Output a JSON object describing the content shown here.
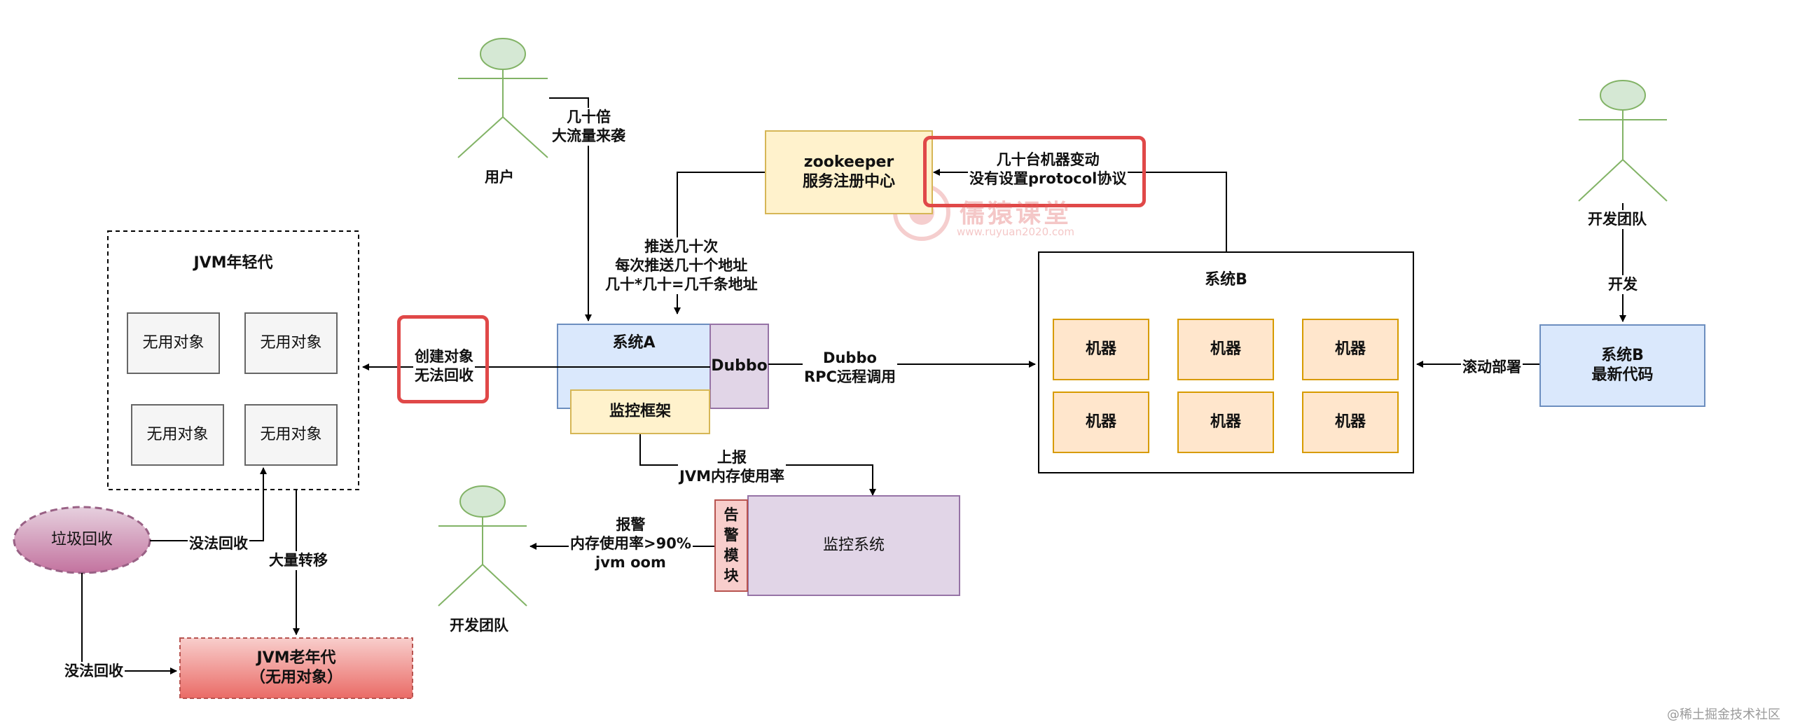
{
  "actors": {
    "user": "用户",
    "dev_team_right": "开发团队",
    "dev_team_bottom": "开发团队"
  },
  "jvm_young": {
    "title": "JVM年轻代",
    "objects": [
      "无用对象",
      "无用对象",
      "无用对象",
      "无用对象"
    ]
  },
  "jvm_old": {
    "line1": "JVM老年代",
    "line2": "（无用对象）"
  },
  "gc": {
    "label": "垃圾回收"
  },
  "create_obj": {
    "line1": "创建对象",
    "line2": "无法回收"
  },
  "system_a": {
    "title": "系统A",
    "dubbo": "Dubbo",
    "monitor_framework": "监控框架"
  },
  "zookeeper": {
    "line1": "zookeeper",
    "line2": "服务注册中心"
  },
  "machine_change": {
    "line1": "几十台机器变动",
    "line2": "没有设置protocol协议"
  },
  "system_b": {
    "title": "系统B",
    "machines": [
      "机器",
      "机器",
      "机器",
      "机器",
      "机器",
      "机器"
    ]
  },
  "system_b_new": {
    "line1": "系统B",
    "line2": "最新代码"
  },
  "monitor_system": {
    "title": "监控系统",
    "alert_module": [
      "告",
      "警",
      "模",
      "块"
    ]
  },
  "labels": {
    "traffic_1": "几十倍",
    "traffic_2": "大流量来袭",
    "push_1": "推送几十次",
    "push_2": "每次推送几十个地址",
    "push_3": "几十*几十=几千条地址",
    "rpc_1": "Dubbo",
    "rpc_2": "RPC远程调用",
    "develop": "开发",
    "rolling": "滚动部署",
    "report_1": "上报",
    "report_2": "JVM内存使用率",
    "alarm_1": "报警",
    "alarm_2": "内存使用率>90%",
    "alarm_3": "jvm oom",
    "cannot_gc_1": "没法回收",
    "cannot_gc_2": "没法回收",
    "mass_transfer": "大量转移"
  },
  "watermark": {
    "brand": "儒猿课堂",
    "url": "www.ruyuan2020.com"
  },
  "credit": "@稀土掘金技术社区",
  "colors": {
    "actor_fill": "#d5e8d4",
    "actor_stroke": "#82b366",
    "system_a_fill": "#dae8fc",
    "system_a_stroke": "#6c8ebf",
    "dubbo_fill": "#e1d5e7",
    "dubbo_stroke": "#9673a6",
    "yellow_fill": "#fff2cc",
    "yellow_stroke": "#d6b656",
    "machine_fill": "#ffe6cc",
    "machine_stroke": "#d79b00",
    "old_gen_fill": "#f08080",
    "gc_fill": "#c878a8",
    "highlight": "#e04848"
  }
}
